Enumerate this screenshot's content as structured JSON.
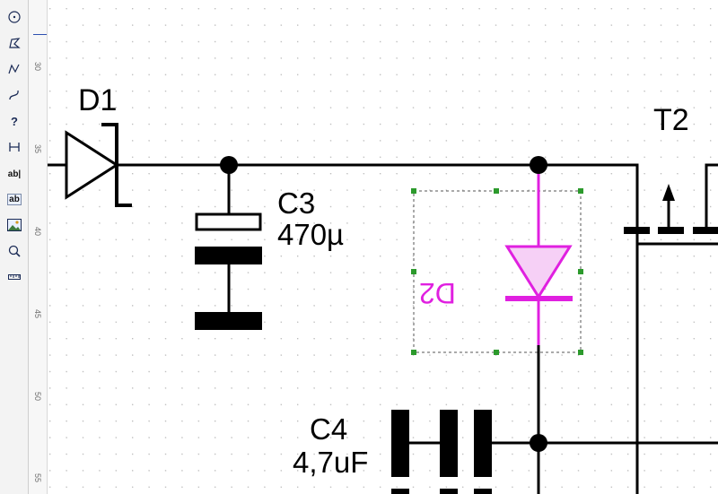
{
  "toolbar": {
    "tools": [
      {
        "name": "crosshair-icon"
      },
      {
        "name": "polygon-icon"
      },
      {
        "name": "polyline-icon"
      },
      {
        "name": "curve-icon"
      },
      {
        "name": "help-icon",
        "glyph": "?"
      },
      {
        "name": "dimension-icon"
      },
      {
        "name": "text-label-tool",
        "glyph": "ab|"
      },
      {
        "name": "text-box-tool",
        "glyph": "ab"
      },
      {
        "name": "image-icon"
      },
      {
        "name": "zoom-icon"
      },
      {
        "name": "ruler-icon"
      }
    ]
  },
  "ruler": {
    "ticks": [
      "30",
      "35",
      "40",
      "45",
      "50",
      "55"
    ]
  },
  "schematic": {
    "d1": {
      "name": "D1"
    },
    "c3": {
      "name": "C3",
      "value": "470µ"
    },
    "d2": {
      "name": "D2"
    },
    "t2": {
      "name": "T2"
    },
    "c4": {
      "name": "C4",
      "value": "4,7uF"
    }
  },
  "colors": {
    "wire": "#000000",
    "selection": "#e020e0",
    "handle": "#2c9a2c",
    "grid_dot": "#b9b9b9"
  }
}
